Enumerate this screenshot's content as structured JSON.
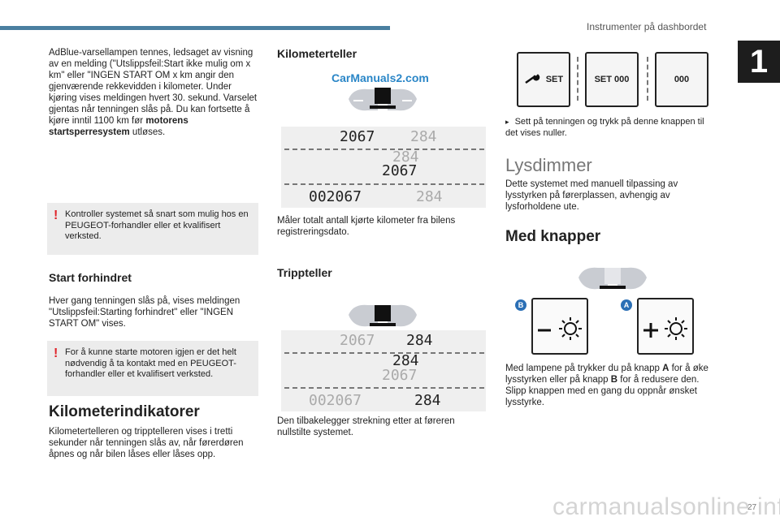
{
  "header": {
    "section_title": "Instrumenter på dashbordet",
    "chapter_number": "1",
    "page_number": "27"
  },
  "watermark_text": "carmanualsonline.info",
  "logo_text": "CarManuals2.com",
  "left": {
    "intro": "AdBlue-varsellampen tennes, ledsaget av visning av en melding (\"Utslippsfeil:Start ikke mulig om x km\" eller \"INGEN START OM x km angir den gjenværende rekkevidden i kilometer. Under kjøring vises meldingen hvert 30. sekund. Varselet gjentas når tenningen slås på. Du kan fortsette å kjøre inntil 1100 km før",
    "intro_bold": "motorens startsperresystem",
    "intro_end": " utløses.",
    "warn1": "Kontroller systemet så snart som mulig hos en PEUGEOT-forhandler eller et kvalifisert verksted.",
    "start_heading": "Start forhindret",
    "start_text": "Hver gang tenningen slås på, vises meldingen \"Utslippsfeil:Starting forhindret\" eller \"INGEN START OM\" vises.",
    "warn2": "For å kunne starte motoren igjen er det helt nødvendig å ta kontakt med en PEUGEOT-forhandler eller et kvalifisert verksted.",
    "km_heading": "Kilometerindikatorer",
    "km_text": "Kilometertelleren og tripptelleren vises i tretti sekunder når tenningen slås av, når førerdøren åpnes og når bilen låses eller låses opp."
  },
  "middle": {
    "odo_heading": "Kilometerteller",
    "odo_text": "Måler totalt antall kjørte kilometer fra bilens registreringsdato.",
    "trip_heading": "Trippteller",
    "trip_text": "Den tilbakelegger strekning etter at føreren nullstilte systemet.",
    "odo_rows": {
      "r1_main": "2067",
      "r1_sub": "284",
      "r2_top": "284",
      "r2_bottom": "2067",
      "r3_main": "002067",
      "r3_sub": "284"
    },
    "trip_rows": {
      "r1_dim": "2067",
      "r1_main": "284",
      "r2_top": "284",
      "r2_bottom": "2067",
      "r3_dim": "002067",
      "r3_main": "284"
    }
  },
  "right": {
    "buttons": [
      "SET",
      "SET 000",
      "000"
    ],
    "step_text": "Sett på tenningen og trykk på denne knappen til det vises nuller.",
    "dimmer_heading": "Lysdimmer",
    "dimmer_text": "Dette systemet med manuell tilpassing av lysstyrken på førerplassen, avhengig av lysforholdene ute.",
    "buttons_heading": "Med knapper",
    "badge_b": "B",
    "badge_a": "A",
    "brightness_text_1": "Med lampene på trykker du på knapp ",
    "brightness_a": "A",
    "brightness_text_2": " for å øke lysstyrken eller på knapp ",
    "brightness_b": "B",
    "brightness_text_3": " for å redusere den.",
    "brightness_text_4": "Slipp knappen med en gang du oppnår ønsket lysstyrke."
  }
}
